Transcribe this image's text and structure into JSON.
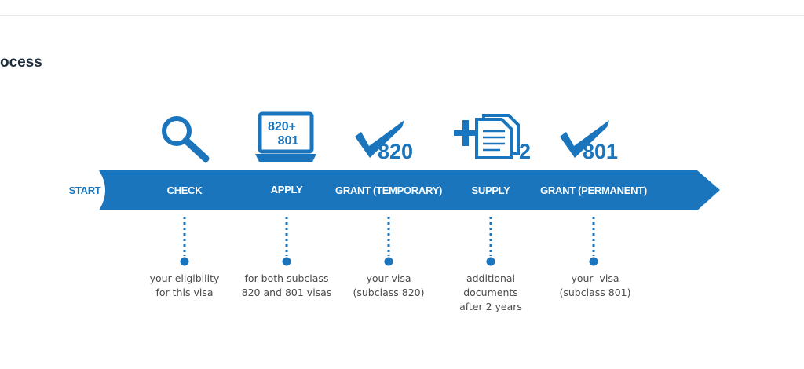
{
  "page": {
    "heading": "ocess"
  },
  "process": {
    "start_label": "START",
    "steps": [
      {
        "label": "CHECK",
        "icon": "magnifier-icon",
        "description": [
          "your eligibility",
          "for this visa"
        ]
      },
      {
        "label": "APPLY",
        "icon": "laptop-icon",
        "icon_text": [
          "820+",
          "801"
        ],
        "description": [
          "for both subclass",
          "820 and 801 visas"
        ]
      },
      {
        "label": "GRANT (TEMPORARY)",
        "icon": "checkmark-icon",
        "icon_text": "820",
        "description": [
          "your visa",
          "(subclass 820)"
        ]
      },
      {
        "label": "SUPPLY",
        "icon": "documents-icon",
        "icon_text": "2",
        "description": [
          "additional",
          "documents",
          "after 2 years"
        ]
      },
      {
        "label": "GRANT (PERMANENT)",
        "icon": "checkmark-icon",
        "icon_text": "801",
        "description": [
          "your  visa",
          "(subclass 801)"
        ]
      }
    ]
  },
  "colors": {
    "primary": "#1a75bc",
    "arrow": "#1a75bc",
    "text": "#4a4a4a",
    "heading": "#1f2d3d"
  }
}
